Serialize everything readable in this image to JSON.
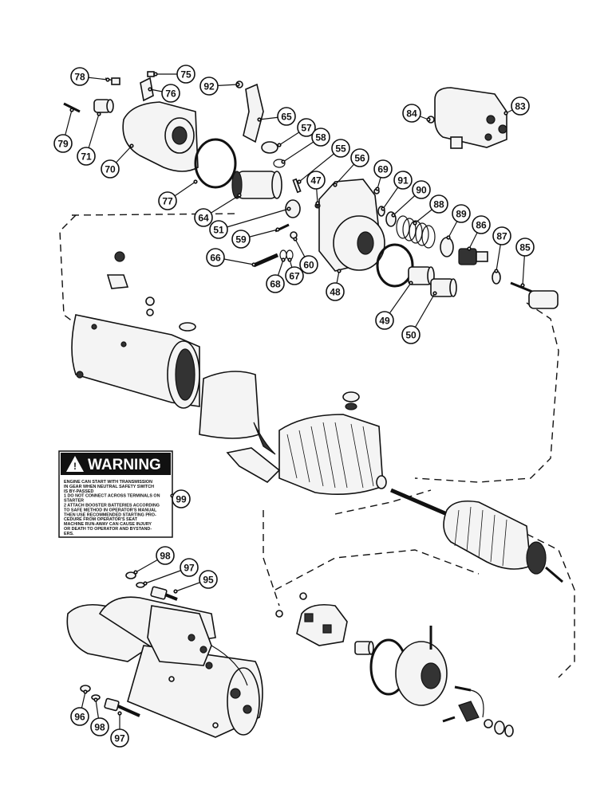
{
  "callouts": [
    "78",
    "75",
    "92",
    "76",
    "79",
    "71",
    "70",
    "77",
    "65",
    "57",
    "58",
    "55",
    "56",
    "47",
    "69",
    "91",
    "90",
    "88",
    "84",
    "83",
    "64",
    "51",
    "59",
    "89",
    "86",
    "87",
    "85",
    "66",
    "68",
    "67",
    "60",
    "48",
    "49",
    "50",
    "99",
    "98",
    "97",
    "95",
    "96"
  ],
  "warning": {
    "title": "WARNING",
    "lines": [
      "ENGINE CAN START WITH TRANSMISSION",
      "IN GEAR WHEN NEUTRAL SAFETY SWITCH",
      "IS BY-PASSED",
      "1 DO NOT CONNECT ACROSS TERMINALS ON",
      "STARTER",
      "2 ATTACH BOOSTER BATTERIES ACCORDING",
      "TO SAFE METHOD IN OPERATOR'S MANUAL",
      "THEN USE RECOMMENDED STARTING PRO-",
      "CEDURE FROM OPERATOR'S SEAT",
      "MACHINE RUN-AWAY CAN CAUSE INJURY",
      "OR DEATH TO OPERATOR AND BYSTAND-",
      "ERS."
    ]
  },
  "colors": {
    "ink": "#111111",
    "paper": "#ffffff"
  }
}
